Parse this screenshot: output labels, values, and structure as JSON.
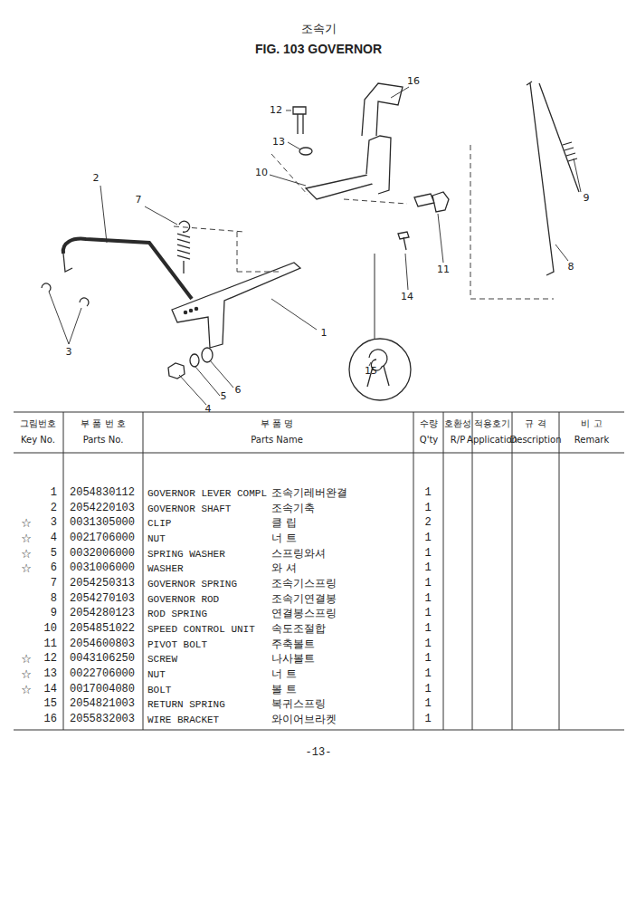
{
  "diagram": {
    "title": "FIG. 103 GOVERNOR",
    "labels": [
      "조속기",
      "16",
      "12",
      "13",
      "10",
      "2",
      "7",
      "9",
      "11",
      "8",
      "14",
      "3",
      "1",
      "6",
      "5",
      "4",
      "15",
      "그림번호",
      "Key No.",
      "부 품 번 호",
      "Parts No.",
      "부   품   명",
      "Parts Name",
      "수량",
      "Q'ty",
      "호환성",
      "R/P",
      "적용호기",
      "Application",
      "규 격",
      "Description",
      "비 고",
      "Remark",
      "1",
      "2054830112",
      "GOVERNOR LEVER COMPL",
      "조속기레버완결",
      "1",
      "2",
      "2054220103",
      "GOVERNOR SHAFT",
      "조속기축",
      "1",
      "☆",
      "3",
      "0031305000",
      "CLIP",
      "클 립",
      "2",
      "☆",
      "4",
      "0021706000",
      "NUT",
      "너 트",
      "1",
      "☆",
      "5",
      "0032006000",
      "SPRING WASHER",
      "스프링와셔",
      "1",
      "☆",
      "6",
      "0031006000",
      "WASHER",
      "와 셔",
      "1",
      "7",
      "2054250313",
      "GOVERNOR SPRING",
      "조속기스프링",
      "1",
      "8",
      "2054270103",
      "GOVERNOR ROD",
      "조속기연결봉",
      "1",
      "9",
      "2054280123",
      "ROD SPRING",
      "연결봉스프링",
      "1",
      "10",
      "2054851022",
      "SPEED CONTROL UNIT",
      "속도조절합",
      "1",
      "11",
      "2054600803",
      "PIVOT BOLT",
      "주축볼트",
      "1",
      "☆",
      "12",
      "0043106250",
      "SCREW",
      "나사볼트",
      "1",
      "☆",
      "13",
      "0022706000",
      "NUT",
      "너 트",
      "1",
      "☆",
      "14",
      "0017004080",
      "BOLT",
      "볼 트",
      "1",
      "15",
      "2054821003",
      "RETURN SPRING",
      "복귀스프링",
      "1",
      "16",
      "2055832003",
      "WIRE BRACKET",
      "와이어브라켓",
      "1",
      "-13-"
    ]
  }
}
